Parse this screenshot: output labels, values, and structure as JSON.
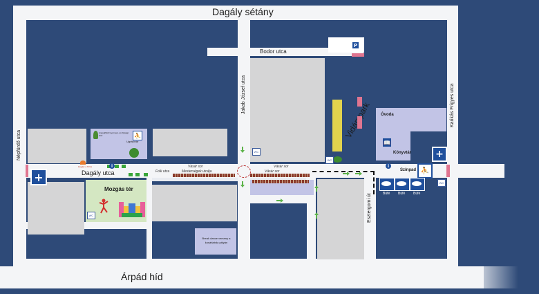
{
  "streets": {
    "top_promenade": "Dagály sétány",
    "bottom_bridge": "Árpád híd",
    "bodor": "Bodor utca",
    "jakab": "Jakab József utca",
    "nepfurdo": "Népfürdő utca",
    "karikas": "Karikás Frigyes utca",
    "esztergomi": "Esztergomi út",
    "dagaly_utca": "Dagály utca"
  },
  "places": {
    "vidampark": "Vidámpark",
    "ovoda": "Óvoda",
    "konyvtar": "Könyvtár",
    "szinpad": "Színpad",
    "mozgas_ter": "Mozgás tér",
    "ugralovar_sign": "Ugrálóvár",
    "sport_org": "Angyalföldi Gyermek- és Ifjúsági Ház",
    "break_dance": "Break dance verseny a kosárlabda pályán",
    "pizza": "Dagály 1 Pizza"
  },
  "market": {
    "folk": "Folk utca",
    "vasar1": "Vásár sor",
    "mesterseg": "Mesterségek utcája",
    "vasar2": "Vásár sor",
    "vasar3": "Vásár sor"
  },
  "icons": {
    "parking": "P",
    "info": "i",
    "first_aid": "+",
    "wc": "WC"
  },
  "booths": [
    "Büfé",
    "Büfé",
    "Büfé"
  ],
  "colors": {
    "background": "#2e4a78",
    "road": "#f4f5f7",
    "block": "#d5d5d6",
    "highlight": "#c2c4e6",
    "green_area": "#d4e7c2",
    "vidampark_yellow": "#e2d34d"
  }
}
